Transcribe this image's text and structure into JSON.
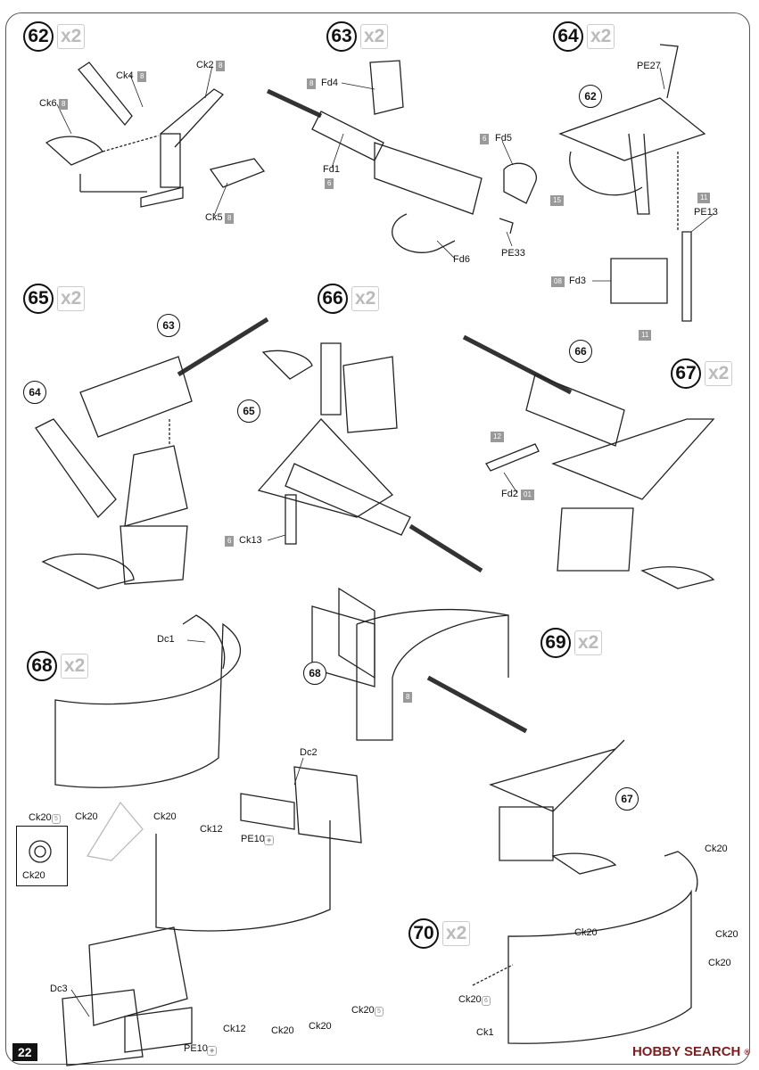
{
  "page_number": "22",
  "watermark": "HOBBY SEARCH",
  "watermark_reg": "®",
  "steps": [
    {
      "num": "62",
      "mult": "x2"
    },
    {
      "num": "63",
      "mult": "x2"
    },
    {
      "num": "64",
      "mult": "x2"
    },
    {
      "num": "65",
      "mult": "x2"
    },
    {
      "num": "66",
      "mult": "x2"
    },
    {
      "num": "67",
      "mult": "x2"
    },
    {
      "num": "68",
      "mult": "x2"
    },
    {
      "num": "69",
      "mult": "x2"
    },
    {
      "num": "70",
      "mult": "x2"
    }
  ],
  "labels": {
    "ck4": "Ck4",
    "ck2": "Ck2",
    "ck6": "Ck6",
    "ck5": "Ck5",
    "fd4": "Fd4",
    "fd1": "Fd1",
    "fd5": "Fd5",
    "fd6": "Fd6",
    "pe33": "PE33",
    "pe27": "PE27",
    "pe13": "PE13",
    "fd3": "Fd3",
    "ck13": "Ck13",
    "fd2": "Fd2",
    "dc1": "Dc1",
    "dc2": "Dc2",
    "dc3": "Dc3",
    "ck20": "Ck20",
    "ck12": "Ck12",
    "pe10": "PE10",
    "ck1": "Ck1"
  },
  "sprues": {
    "s8": "8",
    "s6": "6",
    "s15": "15",
    "s11": "11",
    "s08": "08",
    "s12": "12",
    "s01": "01",
    "c5": "5",
    "c6": "6"
  },
  "callouts": {
    "c62": "62",
    "c63": "63",
    "c64": "64",
    "c65": "65",
    "c66": "66",
    "c67": "67",
    "c68": "68"
  }
}
